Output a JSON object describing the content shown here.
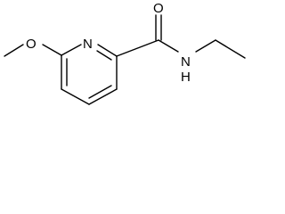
{
  "molecule": {
    "atoms": {
      "methoxy_oxygen": "O",
      "ring_nitrogen": "N",
      "carbonyl_oxygen": "O",
      "amide_nitrogen": "N",
      "amide_hydrogen": "H"
    }
  }
}
